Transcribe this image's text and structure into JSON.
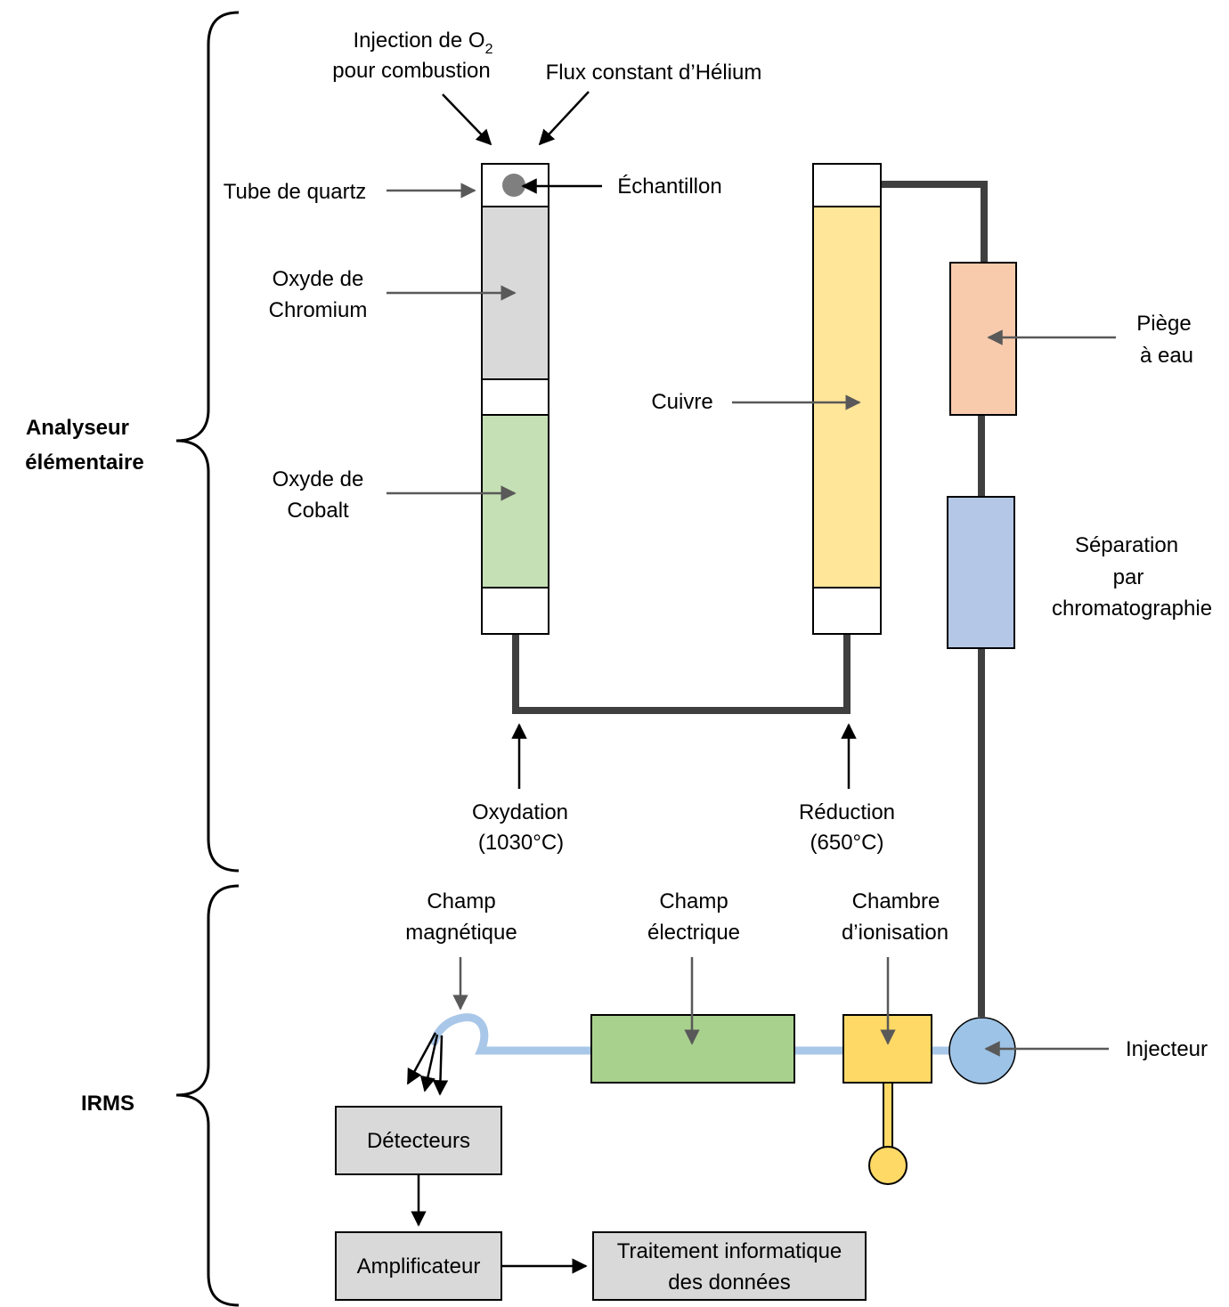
{
  "brace_labels": {
    "analyseur_line1": "Analyseur",
    "analyseur_line2": "élémentaire",
    "irms": "IRMS"
  },
  "inputs": {
    "injection_line1": "Injection de O",
    "injection_sub": "2",
    "injection_line2": "pour combustion",
    "helium": "Flux constant d’Hélium"
  },
  "left_tube_labels": {
    "tube_quartz": "Tube de quartz",
    "echantillon": "Échantillon",
    "chromium_line1": "Oxyde de",
    "chromium_line2": "Chromium",
    "cobalt_line1": "Oxyde de",
    "cobalt_line2": "Cobalt"
  },
  "right_tube_labels": {
    "cuivre": "Cuivre"
  },
  "right_column": {
    "piege_line1": "Piège",
    "piege_line2": "à eau",
    "sep_line1": "Séparation",
    "sep_line2": "par",
    "sep_line3": "chromatographie"
  },
  "stages": {
    "oxydation_line1": "Oxydation",
    "oxydation_line2": "(1030°C)",
    "reduction_line1": "Réduction",
    "reduction_line2": "(650°C)"
  },
  "irms": {
    "magnetique_line1": "Champ",
    "magnetique_line2": "magnétique",
    "electrique_line1": "Champ",
    "electrique_line2": "électrique",
    "ionisation_line1": "Chambre",
    "ionisation_line2": "d’ionisation",
    "injecteur": "Injecteur",
    "detecteurs": "Détecteurs",
    "amplificateur": "Amplificateur",
    "traitement_line1": "Traitement informatique",
    "traitement_line2": "des données"
  },
  "colors": {
    "pipe": "#3f3f3f",
    "chromium": "#d9d9d9",
    "cobalt": "#c5e0b4",
    "cuivre": "#ffe699",
    "piege": "#f8cbad",
    "chromatographie": "#b4c7e7",
    "electrique": "#a9d18e",
    "ionisation": "#ffd966",
    "injecteur": "#9dc3e6",
    "beam": "#a9c7e8",
    "gray_box": "#d9d9d9",
    "sample": "#7f7f7f",
    "arrow_gray": "#595959"
  }
}
